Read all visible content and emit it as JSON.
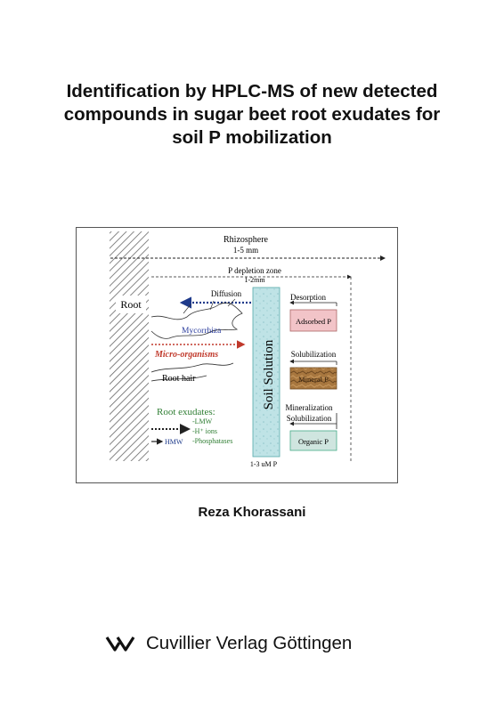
{
  "cover": {
    "title_lines": [
      "Identification by HPLC-MS of new detected",
      "compounds in sugar beet root exudates for",
      "soil P mobilization"
    ],
    "author": "Reza Khorassani",
    "publisher": "Cuvillier Verlag Göttingen",
    "publisher_logo_icon": "cuvillier-logo-icon"
  },
  "figure": {
    "rhizosphere": "Rhizosphere",
    "rhizosphere_size": "1-5 mm",
    "depletion_zone": "P depletion zone",
    "depletion_size": "1-2mm",
    "root": "Root",
    "diffusion": "Diffusion",
    "soil_solution": "Soil Solution",
    "soil_conc": "1-3 uM P",
    "desorption": "Desorption",
    "adsorbed_p": "Adsorbed P",
    "solubilization": "Solubilization",
    "mineral_p": "Mineral P",
    "mineralization": "Mineralization",
    "solubilization2": "Solubilization",
    "organic_p": "Organic P",
    "mycorrhiza": "Mycorrhiza",
    "micro_organisms": "Micro-organisms",
    "root_hair": "Root hair",
    "root_exudates": "Root exudates:",
    "lmw": "-LMW",
    "h_ions": "-H⁺ ions",
    "phosphatases": "-Phosphatases",
    "hmw": "HMW",
    "colors": {
      "diffusion_arrow": "#1e3a8a",
      "micro_arrow": "#c0392b",
      "mycorrhiza_text": "#2c3e9e",
      "exudate_text": "#2e7d32",
      "soil_column": "#bfe3e6",
      "adsorbed_box": "#f2c4c8",
      "mineral_box": "#a8773f",
      "organic_box": "#cfe5df"
    }
  }
}
